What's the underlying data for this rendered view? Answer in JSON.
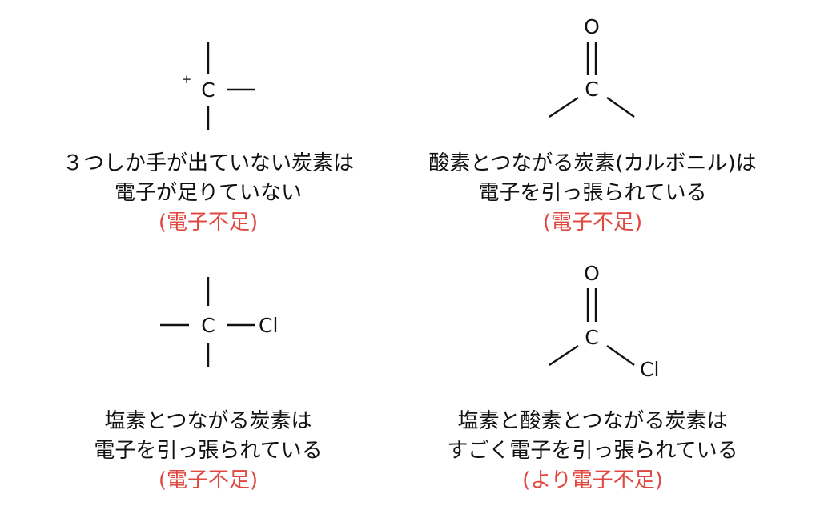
{
  "colors": {
    "text": "#111111",
    "highlight": "#e0473f"
  },
  "panels": [
    {
      "id": "carbocation",
      "atoms": {
        "center": "C",
        "charge": "+"
      },
      "caption": [
        "３つしか手が出ていない炭素は",
        "電子が足りていない"
      ],
      "note": "(電子不足)"
    },
    {
      "id": "carbonyl",
      "atoms": {
        "center": "C",
        "top": "O"
      },
      "caption": [
        "酸素とつながる炭素(カルボニル)は",
        "電子を引っ張られている"
      ],
      "note": "(電子不足)"
    },
    {
      "id": "chloroalkane",
      "atoms": {
        "center": "C",
        "right": "Cl"
      },
      "caption": [
        "塩素とつながる炭素は",
        "電子を引っ張られている"
      ],
      "note": "(電子不足)"
    },
    {
      "id": "acyl-chloride",
      "atoms": {
        "center": "C",
        "top": "O",
        "right": "Cl"
      },
      "caption": [
        "塩素と酸素とつながる炭素は",
        "すごく電子を引っ張られている"
      ],
      "note": "(より電子不足)"
    }
  ]
}
